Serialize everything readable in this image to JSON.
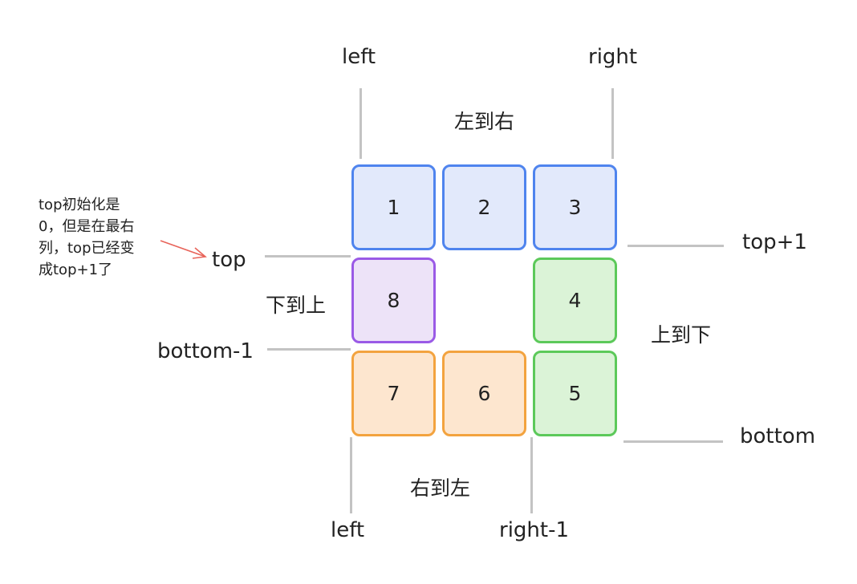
{
  "labels": {
    "left_top": "left",
    "right_top": "right",
    "top": "top",
    "top_plus_1": "top+1",
    "bottom_minus_1": "bottom-1",
    "bottom": "bottom",
    "left_bottom": "left",
    "right_minus_1": "right-1"
  },
  "directions": {
    "left_to_right": "左到右",
    "top_to_bottom": "上到下",
    "right_to_left": "右到左",
    "bottom_to_top": "下到上"
  },
  "cells": [
    "1",
    "2",
    "3",
    "4",
    "5",
    "6",
    "7",
    "8"
  ],
  "note": {
    "lines": [
      "top初始化是",
      "0，但是在最右",
      "列，top已经变",
      "成top+1了"
    ]
  },
  "colors": {
    "blue": "#4f84ee",
    "purple": "#9a5ae6",
    "green": "#5cc95a",
    "orange": "#f3a33f",
    "guide_line": "#c3c3c3",
    "arrow": "#e8645a"
  }
}
